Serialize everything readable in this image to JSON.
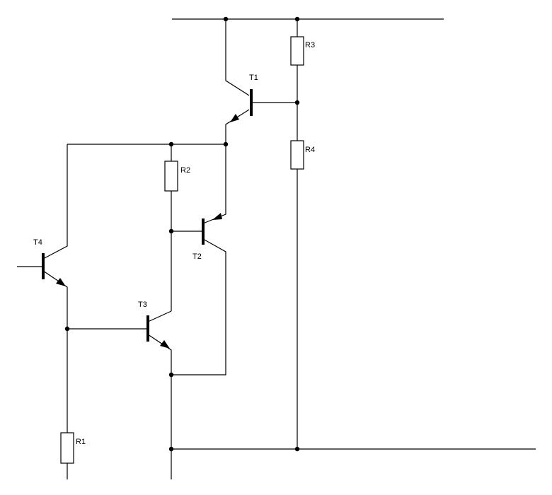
{
  "diagram": {
    "type": "circuit-schematic",
    "components": {
      "transistors": [
        {
          "id": "t1",
          "label": "T1",
          "kind": "NPN"
        },
        {
          "id": "t2",
          "label": "T2",
          "kind": "PNP"
        },
        {
          "id": "t3",
          "label": "T3",
          "kind": "NPN"
        },
        {
          "id": "t4",
          "label": "T4",
          "kind": "NPN"
        }
      ],
      "resistors": [
        {
          "id": "r1",
          "label": "R1"
        },
        {
          "id": "r2",
          "label": "R2"
        },
        {
          "id": "r3",
          "label": "R3"
        },
        {
          "id": "r4",
          "label": "R4"
        }
      ]
    },
    "colors": {
      "line": "#000000",
      "background": "#ffffff"
    }
  }
}
